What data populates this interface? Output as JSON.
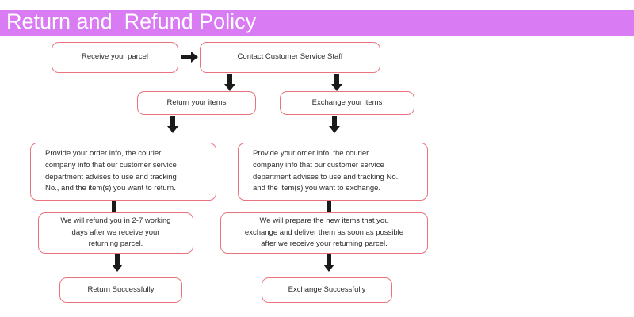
{
  "banner": {
    "title": "Return and  Refund Policy",
    "background_color": "#d97bf3",
    "text_color": "#ffffff"
  },
  "theme": {
    "node_border_color": "#e8737f",
    "node_background": "#ffffff",
    "node_text_color": "#2b2b2b",
    "arrow_color": "#1a1a1a"
  },
  "flowchart": {
    "nodes": [
      {
        "id": "receive-parcel",
        "label": "Receive your parcel"
      },
      {
        "id": "contact-staff",
        "label": "Contact Customer Service Staff"
      },
      {
        "id": "return-items",
        "label": "Return your items"
      },
      {
        "id": "exchange-items",
        "label": "Exchange your items"
      },
      {
        "id": "return-info",
        "label": "Provide your order info, the courier\ncompany info that our customer service\ndepartment advises to use and tracking\nNo., and the item(s) you want to return."
      },
      {
        "id": "exchange-info",
        "label": "Provide your order info, the courier\ncompany info that our customer service\ndepartment advises to use and tracking No.,\nand the item(s) you want to exchange."
      },
      {
        "id": "refund-timeline",
        "label": "We will refund you in 2-7 working\ndays after we receive your\nreturning parcel."
      },
      {
        "id": "exchange-timeline",
        "label": "We will prepare the new items that you\nexchange  and deliver them as soon as possible\nafter we receive your returning parcel."
      },
      {
        "id": "return-successfully",
        "label": "Return Successfully"
      },
      {
        "id": "exchange-successfully",
        "label": "Exchange Successfully"
      }
    ],
    "connectors": [
      {
        "id": "receive-to-contact",
        "direction": "right"
      },
      {
        "id": "contact-to-return",
        "direction": "down"
      },
      {
        "id": "contact-to-exchange",
        "direction": "down"
      },
      {
        "id": "return-to-info",
        "direction": "down"
      },
      {
        "id": "exchange-to-info",
        "direction": "down"
      },
      {
        "id": "return-info-to-refund",
        "direction": "down"
      },
      {
        "id": "exchange-info-to-timeline",
        "direction": "down"
      },
      {
        "id": "refund-to-success",
        "direction": "down"
      },
      {
        "id": "exchange-timeline-to-success",
        "direction": "down"
      }
    ]
  }
}
